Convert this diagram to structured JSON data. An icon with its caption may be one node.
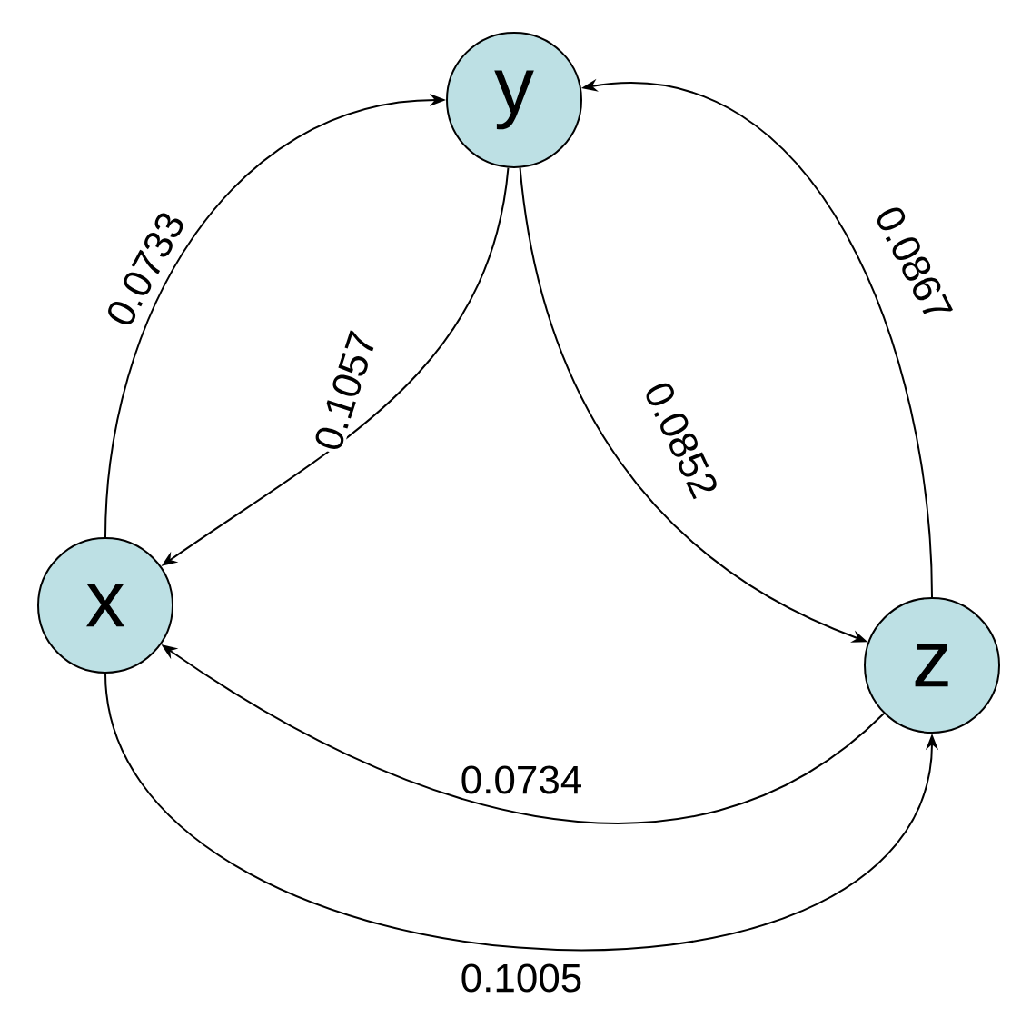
{
  "diagram": {
    "nodes": [
      {
        "text": [
          "y"
        ]
      },
      {
        "text": [
          "x"
        ]
      },
      {
        "text": [
          "z"
        ]
      }
    ],
    "edges": [
      {
        "from": 1,
        "to": 0,
        "arrow": "to",
        "label": "0.0733"
      },
      {
        "from": 0,
        "to": 1,
        "arrow": "to",
        "label": "0.1057"
      },
      {
        "from": 0,
        "to": 2,
        "arrow": "to",
        "label": "0.0852"
      },
      {
        "from": 2,
        "to": 0,
        "arrow": "to",
        "label": "0.0867"
      },
      {
        "from": 2,
        "to": 1,
        "arrow": "to",
        "label": "0.0734"
      },
      {
        "from": 1,
        "to": 2,
        "arrow": "to",
        "label": "0.1005"
      }
    ]
  }
}
